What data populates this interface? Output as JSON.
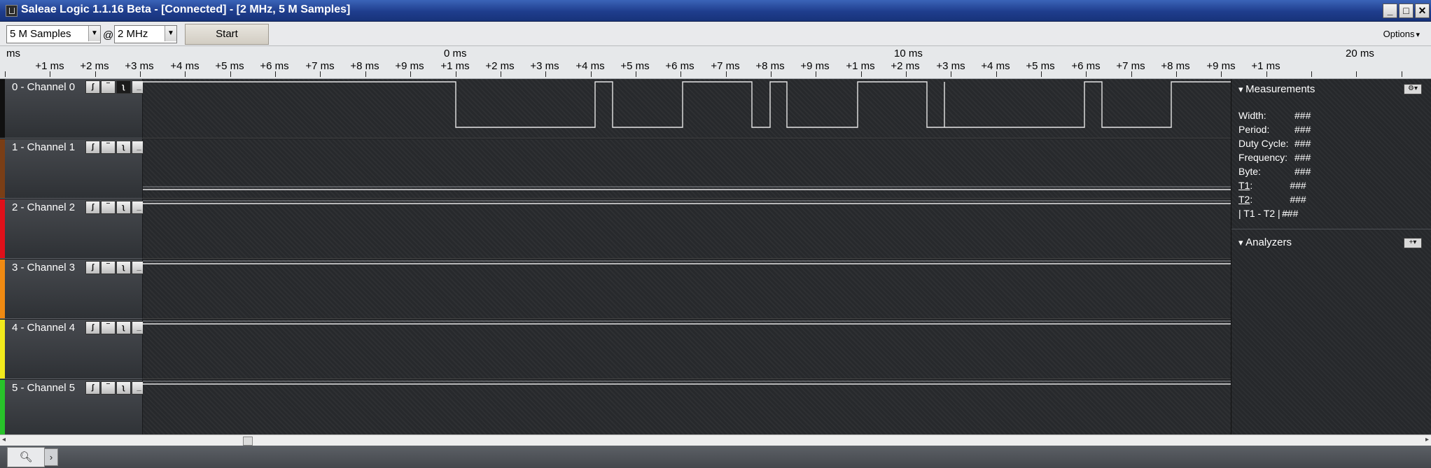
{
  "window": {
    "title": "Saleae Logic 1.1.16 Beta - [Connected] - [2 MHz, 5 M Samples]",
    "controls": [
      "_",
      "□",
      "✕"
    ]
  },
  "toolbar": {
    "samples": "5 M Samples",
    "at": "@",
    "rate": "2 MHz",
    "start_label": "Start",
    "options_label": "Options"
  },
  "ruler": {
    "majors": [
      "ms",
      "0 ms",
      "10 ms",
      "20 ms"
    ],
    "minors": [
      "+1 ms",
      "+2 ms",
      "+3 ms",
      "+4 ms",
      "+5 ms",
      "+6 ms",
      "+7 ms",
      "+8 ms",
      "+9 ms",
      "+1 ms",
      "+2 ms",
      "+3 ms",
      "+4 ms",
      "+5 ms",
      "+6 ms",
      "+7 ms",
      "+8 ms",
      "+9 ms",
      "+1 ms",
      "+2 ms",
      "+3 ms",
      "+4 ms",
      "+5 ms",
      "+6 ms",
      "+7 ms",
      "+8 ms",
      "+9 ms",
      "+1 ms"
    ]
  },
  "channels": [
    {
      "name": "0 - Channel 0",
      "color": "#101010",
      "trigger": [
        "rising-edge-icon",
        "high-level-icon",
        "falling-edge-icon",
        "low-level-icon"
      ]
    },
    {
      "name": "1 - Channel 1",
      "color": "#7a3e16",
      "trigger": [
        "rising-edge-icon",
        "high-level-icon",
        "falling-edge-icon",
        "low-level-icon"
      ]
    },
    {
      "name": "2 - Channel 2",
      "color": "#e0101a",
      "trigger": [
        "rising-edge-icon",
        "high-level-icon",
        "falling-edge-icon",
        "low-level-icon"
      ]
    },
    {
      "name": "3 - Channel 3",
      "color": "#f08a12",
      "trigger": [
        "rising-edge-icon",
        "high-level-icon",
        "falling-edge-icon",
        "low-level-icon"
      ]
    },
    {
      "name": "4 - Channel 4",
      "color": "#f2ea1c",
      "trigger": [
        "rising-edge-icon",
        "high-level-icon",
        "falling-edge-icon",
        "low-level-icon"
      ]
    },
    {
      "name": "5 - Channel 5",
      "color": "#28c32a",
      "trigger": [
        "rising-edge-icon",
        "high-level-icon",
        "falling-edge-icon",
        "low-level-icon"
      ]
    }
  ],
  "trigger_glyphs": [
    "ʃ",
    "‾",
    "ʅ",
    "_"
  ],
  "measurements": {
    "header": "Measurements",
    "rows": [
      {
        "label": "Width:",
        "value": "###"
      },
      {
        "label": "Period:",
        "value": "###"
      },
      {
        "label": "Duty Cycle:",
        "value": "###"
      },
      {
        "label": "Frequency:",
        "value": "###"
      },
      {
        "label": "Byte:",
        "value": "###"
      },
      {
        "label": "T1",
        "suffix": ":",
        "value": "###"
      },
      {
        "label": "T2",
        "suffix": ":",
        "value": "###"
      },
      {
        "label": "| T1 - T2 | =",
        "value": "###"
      }
    ]
  },
  "analyzers": {
    "header": "Analyzers"
  },
  "accent": {
    "wave": "#e6e6e6",
    "title_blue": "#1f3d8d"
  }
}
